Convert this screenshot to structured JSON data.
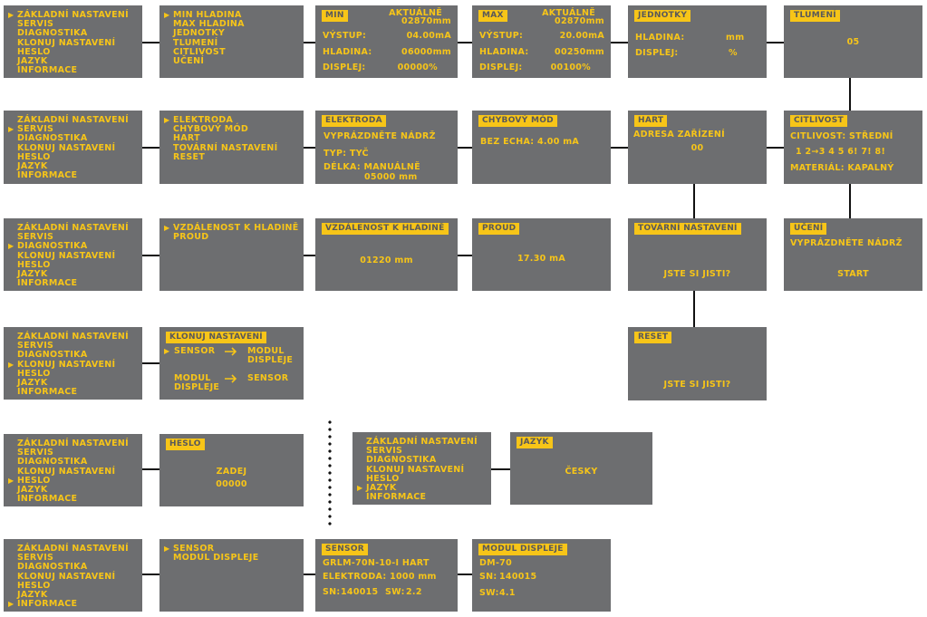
{
  "main_menu": [
    "ZÁKLADNÍ NASTAVENÍ",
    "SERVIS",
    "DIAGNOSTIKA",
    "KLONUJ NASTAVENÍ",
    "HESLO",
    "JAZYK",
    "INFORMACE"
  ],
  "row1": {
    "submenu": [
      "MIN HLADINA",
      "MAX HLADINA",
      "JEDNOTKY",
      "TLUMENÍ",
      "CITLIVOST",
      "UČENÍ"
    ],
    "min": {
      "tag": "MIN",
      "aktualne": "AKTUÁLNĚ",
      "aktualne_val": "02870mm",
      "vystup_label": "VÝSTUP:",
      "vystup_val": "04.00mA",
      "hladina_label": "HLADINA:",
      "hladina_val": "06000mm",
      "displej_label": "DISPLEJ:",
      "displej_val": "00000%"
    },
    "max": {
      "tag": "MAX",
      "aktualne": "AKTUÁLNĚ",
      "aktualne_val": "02870mm",
      "vystup_label": "VÝSTUP:",
      "vystup_val": "20.00mA",
      "hladina_label": "HLADINA:",
      "hladina_val": "00250mm",
      "displej_label": "DISPLEJ:",
      "displej_val": "00100%"
    },
    "jednotky": {
      "tag": "JEDNOTKY",
      "hladina_label": "HLADINA:",
      "hladina_val": "mm",
      "displej_label": "DISPLEJ:",
      "displej_val": "%"
    },
    "tlumeni": {
      "tag": "TLUMENÍ",
      "val": "05"
    }
  },
  "row2": {
    "submenu": [
      "ELEKTRODA",
      "CHYBOVÝ MÓD",
      "HART",
      "TOVÁRNÍ NASTAVENÍ",
      "RESET"
    ],
    "elektroda": {
      "tag": "ELEKTRODA",
      "line1": "VYPRÁZDNĚTE NÁDRŽ",
      "line2": "TYP: TYČ",
      "line3": "DÉLKA: MANUÁLNĚ",
      "line4": "05000 mm"
    },
    "chybovy": {
      "tag": "CHYBOVÝ MÓD",
      "line1": "BEZ ECHA: 4.00 mA"
    },
    "hart": {
      "tag": "HART",
      "line1": "ADRESA ZAŘÍZENÍ",
      "line2": "00"
    },
    "citlivost": {
      "tag": "CITLIVOST",
      "line1": "CITLIVOST: STŘEDNÍ",
      "line2": "1 2→3 4 5 6! 7! 8!",
      "line3": "MATERIÁL: KAPALNÝ"
    }
  },
  "row3": {
    "submenu": [
      "VZDÁLENOST K HLADINĚ",
      "PROUD"
    ],
    "vzdalenost": {
      "tag": "VZDÁLENOST K HLADINĚ",
      "val": "01220 mm"
    },
    "proud": {
      "tag": "PROUD",
      "val": "17.30 mA"
    },
    "tovarni": {
      "tag": "TOVÁRNÍ NASTAVENÍ",
      "val": "JSTE SI JISTI?"
    },
    "uceni": {
      "tag": "UČENÍ",
      "line1": "VYPRÁZDNĚTE NÁDRŽ",
      "line2": "START"
    }
  },
  "row4": {
    "klonuj": {
      "tag": "KLONUJ NASTAVENÍ",
      "a1": "SENSOR",
      "b1": "MODUL",
      "b2": "DISPLEJE",
      "c1": "MODUL",
      "c2": "DISPLEJE",
      "d1": "SENSOR"
    },
    "reset": {
      "tag": "RESET",
      "val": "JSTE SI JISTI?"
    }
  },
  "row5": {
    "heslo": {
      "tag": "HESLO",
      "line1": "ZADEJ",
      "line2": "00000"
    },
    "jazyk": {
      "tag": "JAZYK",
      "val": "ČESKY"
    }
  },
  "row6": {
    "submenu": [
      "SENSOR",
      "MODUL DISPLEJE"
    ],
    "sensor": {
      "tag": "SENSOR",
      "line1": "GRLM-70N-10-I HART",
      "line2": "ELEKTRODA: 1000 mm",
      "sn_label": "SN:",
      "sn_val": "140015",
      "sw_label": "SW:",
      "sw_val": "2.2"
    },
    "modul": {
      "tag": "MODUL DISPLEJE",
      "line1": "DM-70",
      "sn_label": "SN:",
      "sn_val": "140015",
      "sw_label": "SW:",
      "sw_val": "4.1"
    }
  },
  "colors": {
    "panel": "#6d6e70",
    "text": "#f7c518",
    "line": "#111111"
  }
}
